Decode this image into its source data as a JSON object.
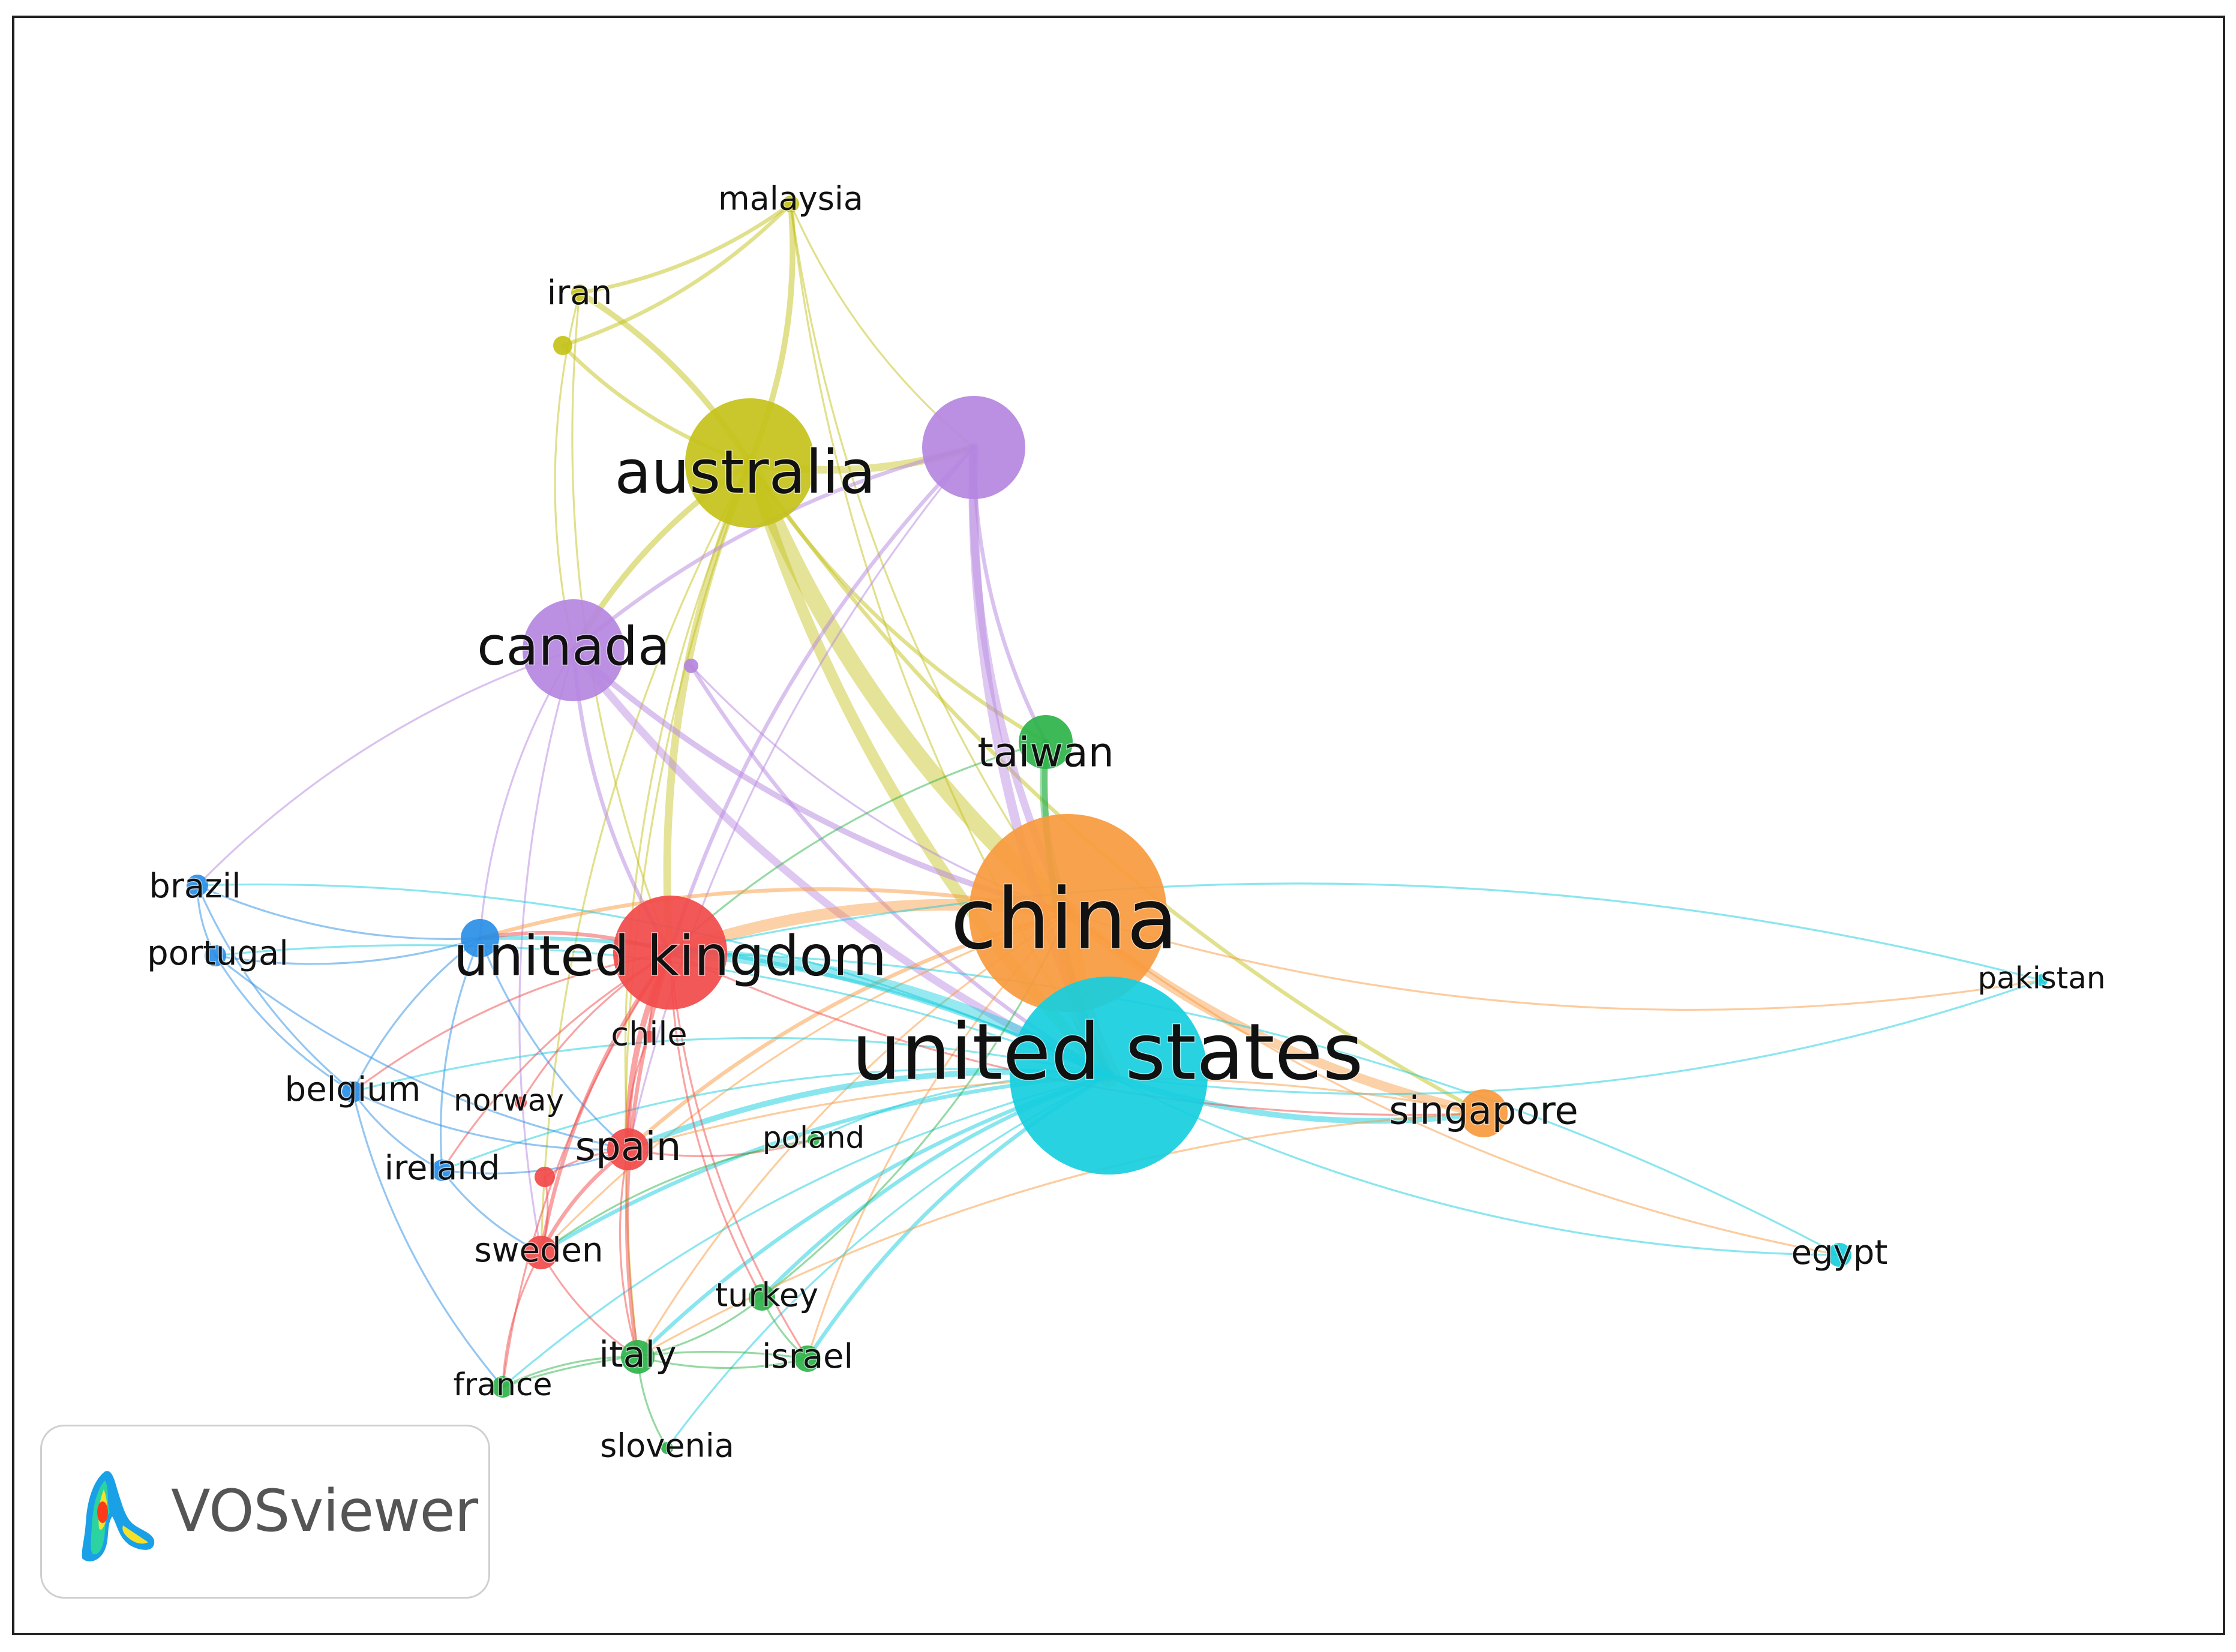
{
  "app": {
    "brand_label": "VOSviewer",
    "logo_icon": "vosviewer-logo-icon"
  },
  "diagram": {
    "type": "co-authorship-country-network",
    "clusters": [
      {
        "id": "red",
        "color": "#f24a4a"
      },
      {
        "id": "green",
        "color": "#2db34a"
      },
      {
        "id": "blue",
        "color": "#2a8ee6"
      },
      {
        "id": "yellow",
        "color": "#c4c21a"
      },
      {
        "id": "purple",
        "color": "#b585e0"
      },
      {
        "id": "cyan",
        "color": "#16cede"
      },
      {
        "id": "orange",
        "color": "#f99a3e"
      }
    ],
    "nodes": [
      {
        "id": "malaysia",
        "label": "malaysia",
        "cluster": "yellow",
        "weight": 1
      },
      {
        "id": "iran",
        "label": "iran",
        "cluster": "yellow",
        "weight": 1
      },
      {
        "id": "iran_small",
        "label": "",
        "cluster": "yellow",
        "weight": 0.8
      },
      {
        "id": "australia",
        "label": "australia",
        "cluster": "yellow",
        "weight": 9
      },
      {
        "id": "purple_big",
        "label": "",
        "cluster": "purple",
        "weight": 5
      },
      {
        "id": "canada",
        "label": "canada",
        "cluster": "purple",
        "weight": 5
      },
      {
        "id": "purple_small",
        "label": "",
        "cluster": "purple",
        "weight": 0.7
      },
      {
        "id": "taiwan",
        "label": "taiwan",
        "cluster": "green",
        "weight": 3
      },
      {
        "id": "china",
        "label": "china",
        "cluster": "orange",
        "weight": 12
      },
      {
        "id": "united_states",
        "label": "united states",
        "cluster": "cyan",
        "weight": 14
      },
      {
        "id": "united_kingdom",
        "label": "united kingdom",
        "cluster": "red",
        "weight": 8
      },
      {
        "id": "brazil",
        "label": "brazil",
        "cluster": "blue",
        "weight": 1
      },
      {
        "id": "portugal",
        "label": "portugal",
        "cluster": "blue",
        "weight": 1
      },
      {
        "id": "uk_blue",
        "label": "",
        "cluster": "blue",
        "weight": 2
      },
      {
        "id": "chile",
        "label": "chile",
        "cluster": "red",
        "weight": 0.8
      },
      {
        "id": "belgium",
        "label": "belgium",
        "cluster": "blue",
        "weight": 1
      },
      {
        "id": "norway",
        "label": "norway",
        "cluster": "red",
        "weight": 0.8
      },
      {
        "id": "ireland",
        "label": "ireland",
        "cluster": "blue",
        "weight": 1
      },
      {
        "id": "spain",
        "label": "spain",
        "cluster": "red",
        "weight": 2.5
      },
      {
        "id": "norway_dot",
        "label": "",
        "cluster": "red",
        "weight": 1
      },
      {
        "id": "poland",
        "label": "poland",
        "cluster": "green",
        "weight": 0.8
      },
      {
        "id": "sweden",
        "label": "sweden",
        "cluster": "red",
        "weight": 2
      },
      {
        "id": "turkey",
        "label": "turkey",
        "cluster": "green",
        "weight": 1.5
      },
      {
        "id": "italy",
        "label": "italy",
        "cluster": "green",
        "weight": 2
      },
      {
        "id": "israel",
        "label": "israel",
        "cluster": "green",
        "weight": 1.5
      },
      {
        "id": "france",
        "label": "france",
        "cluster": "green",
        "weight": 1.2
      },
      {
        "id": "slovenia",
        "label": "slovenia",
        "cluster": "green",
        "weight": 0.7
      },
      {
        "id": "singapore",
        "label": "singapore",
        "cluster": "orange",
        "weight": 3
      },
      {
        "id": "pakistan",
        "label": "pakistan",
        "cluster": "cyan",
        "weight": 0.8
      },
      {
        "id": "egypt",
        "label": "egypt",
        "cluster": "cyan",
        "weight": 1.3
      }
    ],
    "links": [
      [
        "australia",
        "china",
        9
      ],
      [
        "australia",
        "united_states",
        6
      ],
      [
        "australia",
        "united_kingdom",
        4
      ],
      [
        "australia",
        "purple_big",
        4
      ],
      [
        "australia",
        "canada",
        3
      ],
      [
        "australia",
        "iran",
        3
      ],
      [
        "australia",
        "malaysia",
        3
      ],
      [
        "australia",
        "taiwan",
        2
      ],
      [
        "australia",
        "singapore",
        2
      ],
      [
        "australia",
        "spain",
        1
      ],
      [
        "australia",
        "sweden",
        1
      ],
      [
        "australia",
        "italy",
        1
      ],
      [
        "iran",
        "malaysia",
        2
      ],
      [
        "iran_small",
        "malaysia",
        2
      ],
      [
        "iran_small",
        "australia",
        2
      ],
      [
        "iran",
        "united_kingdom",
        1
      ],
      [
        "malaysia",
        "china",
        1
      ],
      [
        "malaysia",
        "purple_big",
        1
      ],
      [
        "malaysia",
        "united_states",
        1
      ],
      [
        "iran",
        "canada",
        1
      ],
      [
        "purple_big",
        "united_states",
        5
      ],
      [
        "purple_big",
        "china",
        4
      ],
      [
        "purple_big",
        "taiwan",
        2
      ],
      [
        "purple_big",
        "canada",
        2
      ],
      [
        "purple_big",
        "united_kingdom",
        2
      ],
      [
        "purple_big",
        "spain",
        1
      ],
      [
        "canada",
        "united_states",
        4
      ],
      [
        "canada",
        "china",
        3
      ],
      [
        "canada",
        "united_kingdom",
        2
      ],
      [
        "canada",
        "brazil",
        1
      ],
      [
        "canada",
        "uk_blue",
        1
      ],
      [
        "canada",
        "sweden",
        1
      ],
      [
        "purple_small",
        "united_states",
        2
      ],
      [
        "purple_small",
        "china",
        1
      ],
      [
        "taiwan",
        "china",
        4
      ],
      [
        "taiwan",
        "united_states",
        3
      ],
      [
        "taiwan",
        "united_kingdom",
        1
      ],
      [
        "china",
        "united_states",
        12
      ],
      [
        "china",
        "united_kingdom",
        6
      ],
      [
        "china",
        "singapore",
        5
      ],
      [
        "china",
        "spain",
        2
      ],
      [
        "china",
        "sweden",
        1
      ],
      [
        "china",
        "italy",
        1
      ],
      [
        "china",
        "israel",
        1
      ],
      [
        "china",
        "pakistan",
        1
      ],
      [
        "china",
        "egypt",
        1
      ],
      [
        "china",
        "uk_blue",
        2
      ],
      [
        "united_states",
        "united_kingdom",
        6
      ],
      [
        "united_states",
        "singapore",
        3
      ],
      [
        "united_states",
        "spain",
        3
      ],
      [
        "united_states",
        "italy",
        2
      ],
      [
        "united_states",
        "israel",
        2
      ],
      [
        "united_states",
        "turkey",
        2
      ],
      [
        "united_states",
        "poland",
        1
      ],
      [
        "united_states",
        "sweden",
        2
      ],
      [
        "united_states",
        "pakistan",
        1
      ],
      [
        "united_states",
        "egypt",
        1
      ],
      [
        "united_states",
        "brazil",
        1
      ],
      [
        "united_states",
        "portugal",
        1
      ],
      [
        "united_states",
        "belgium",
        1
      ],
      [
        "united_states",
        "ireland",
        1
      ],
      [
        "united_states",
        "france",
        1
      ],
      [
        "united_states",
        "uk_blue",
        2
      ],
      [
        "united_states",
        "slovenia",
        1
      ],
      [
        "united_kingdom",
        "spain",
        3
      ],
      [
        "united_kingdom",
        "sweden",
        2
      ],
      [
        "united_kingdom",
        "italy",
        2
      ],
      [
        "united_kingdom",
        "uk_blue",
        2
      ],
      [
        "united_kingdom",
        "chile",
        1
      ],
      [
        "united_kingdom",
        "norway",
        1
      ],
      [
        "united_kingdom",
        "ireland",
        1
      ],
      [
        "united_kingdom",
        "belgium",
        1
      ],
      [
        "united_kingdom",
        "singapore",
        1
      ],
      [
        "united_kingdom",
        "turkey",
        1
      ],
      [
        "united_kingdom",
        "israel",
        1
      ],
      [
        "united_kingdom",
        "france",
        1
      ],
      [
        "brazil",
        "portugal",
        1
      ],
      [
        "brazil",
        "uk_blue",
        1
      ],
      [
        "brazil",
        "belgium",
        1
      ],
      [
        "portugal",
        "uk_blue",
        1
      ],
      [
        "portugal",
        "belgium",
        1
      ],
      [
        "portugal",
        "spain",
        1
      ],
      [
        "uk_blue",
        "belgium",
        1
      ],
      [
        "uk_blue",
        "ireland",
        1
      ],
      [
        "uk_blue",
        "spain",
        1
      ],
      [
        "belgium",
        "ireland",
        1
      ],
      [
        "belgium",
        "france",
        1
      ],
      [
        "belgium",
        "spain",
        1
      ],
      [
        "ireland",
        "spain",
        1
      ],
      [
        "ireland",
        "sweden",
        1
      ],
      [
        "spain",
        "sweden",
        2
      ],
      [
        "spain",
        "norway_dot",
        1
      ],
      [
        "spain",
        "italy",
        1
      ],
      [
        "spain",
        "poland",
        1
      ],
      [
        "sweden",
        "norway_dot",
        1
      ],
      [
        "sweden",
        "italy",
        1
      ],
      [
        "sweden",
        "france",
        1
      ],
      [
        "italy",
        "france",
        1
      ],
      [
        "italy",
        "israel",
        1
      ],
      [
        "italy",
        "slovenia",
        1
      ],
      [
        "italy",
        "turkey",
        1
      ],
      [
        "turkey",
        "israel",
        1
      ],
      [
        "turkey",
        "china",
        1
      ],
      [
        "israel",
        "france",
        1
      ],
      [
        "singapore",
        "spain",
        1
      ],
      [
        "singapore",
        "italy",
        1
      ],
      [
        "egypt",
        "united_kingdom",
        1
      ],
      [
        "pakistan",
        "united_kingdom",
        1
      ],
      [
        "poland",
        "sweden",
        1
      ],
      [
        "chile",
        "spain",
        1
      ]
    ]
  }
}
